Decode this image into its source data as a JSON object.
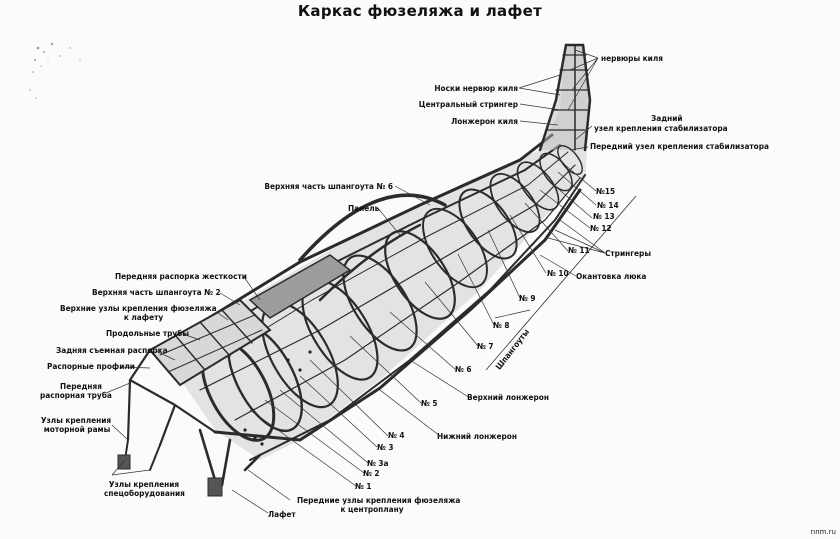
{
  "title": "Каркас фюзеляжа и лафет",
  "labels": {
    "nervury_kilya": "нервюры киля",
    "noski_nervyur_kilya": "Носки нервюр киля",
    "centralny_stringer": "Центральный стрингер",
    "lonzheron_kilya": "Лонжерон киля",
    "zadny_uzel_line1": "Задний",
    "zadny_uzel_line2": "узел крепления стабилизатора",
    "peredny_uzel": "Передний узел крепления стабилизатора",
    "verkhnyaya_chast_6": "Верхняя часть шпангоута № 6",
    "panel": "Панель",
    "n15": "№15",
    "n14": "№ 14",
    "n13": "№ 13",
    "n12": "№ 12",
    "n11": "№ 11",
    "n10": "№ 10",
    "n9": "№ 9",
    "n8": "№ 8",
    "n7": "№ 7",
    "n6": "№ 6",
    "n5": "№ 5",
    "n4": "№ 4",
    "n3": "№ 3",
    "n3a": "№ 3а",
    "n2": "№ 2",
    "n1": "№ 1",
    "stringery": "Стрингеры",
    "okantovka_lyuka": "Окантовка люка",
    "shpangouty": "Шпангоуты",
    "verkhny_lonzheron": "Верхний лонжерон",
    "nizhny_lonzheron": "Нижний лонжерон",
    "perednyaya_rasporka_zhestkosti": "Передняя распорка жесткости",
    "verkhnyaya_chast_2": "Верхняя часть шпангоута № 2",
    "verkhnie_uzly_line1": "Верхние узлы крепления фюзеляжа",
    "verkhnie_uzly_line2": "к лафету",
    "prodolnye_truby": "Продольные трубы",
    "zadnyaya_semnaya": "Задняя съемная распорка",
    "rasporny_profili": "Распорные профили",
    "perednyaya_rasporn_line1": "Передняя",
    "perednyaya_rasporn_line2": "распорная труба",
    "uzly_motornoy_line1": "Узлы крепления",
    "uzly_motornoy_line2": "моторной рамы",
    "uzly_specobor_line1": "Узлы крепления",
    "uzly_specobor_line2": "спецоборудования",
    "lafet": "Лафет",
    "perednie_uzly_line1": "Передние узлы крепления фюзеляжа",
    "perednie_uzly_line2": "к центроплану"
  },
  "watermark": "nnm.ru"
}
